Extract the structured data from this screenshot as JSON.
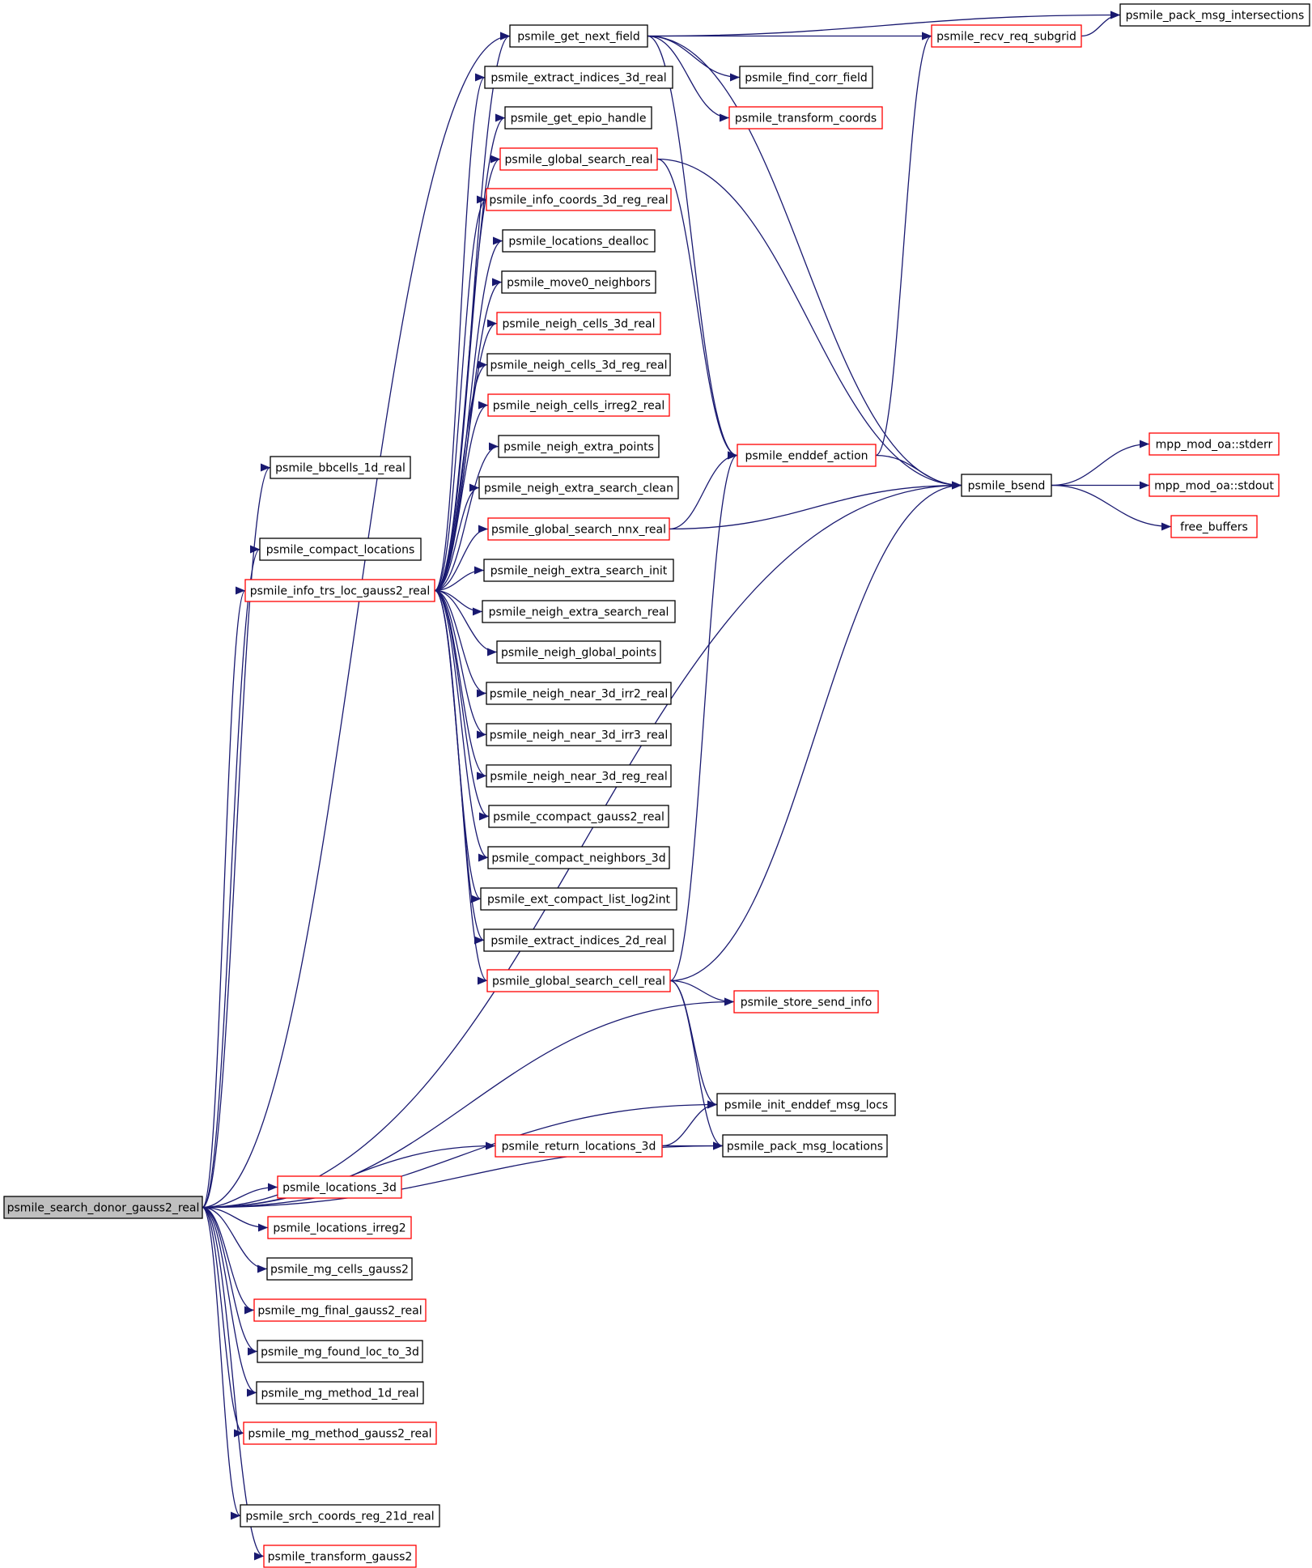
{
  "graph": {
    "colors": {
      "edge": "#191970",
      "box_black": "#000000",
      "box_red": "#ff0000",
      "root_fill": "#bfbfbf",
      "background": "#ffffff"
    },
    "nodes": [
      {
        "id": "root",
        "label": "psmile_search_donor_gauss2_real",
        "style": "root"
      },
      {
        "id": "get_next_field",
        "label": "psmile_get_next_field",
        "style": "black"
      },
      {
        "id": "pack_msg_intersections",
        "label": "psmile_pack_msg_intersections",
        "style": "black"
      },
      {
        "id": "recv_req_subgrid",
        "label": "psmile_recv_req_subgrid",
        "style": "red"
      },
      {
        "id": "find_corr_field",
        "label": "psmile_find_corr_field",
        "style": "black"
      },
      {
        "id": "extract_indices_3d_real",
        "label": "psmile_extract_indices_3d_real",
        "style": "black"
      },
      {
        "id": "transform_coords",
        "label": "psmile_transform_coords",
        "style": "red"
      },
      {
        "id": "get_epio_handle",
        "label": "psmile_get_epio_handle",
        "style": "black"
      },
      {
        "id": "global_search_real",
        "label": "psmile_global_search_real",
        "style": "red"
      },
      {
        "id": "info_coords_3d_reg_real",
        "label": "psmile_info_coords_3d_reg_real",
        "style": "red"
      },
      {
        "id": "locations_dealloc",
        "label": "psmile_locations_dealloc",
        "style": "black"
      },
      {
        "id": "move0_neighbors",
        "label": "psmile_move0_neighbors",
        "style": "black"
      },
      {
        "id": "neigh_cells_3d_real",
        "label": "psmile_neigh_cells_3d_real",
        "style": "red"
      },
      {
        "id": "neigh_cells_3d_reg_real",
        "label": "psmile_neigh_cells_3d_reg_real",
        "style": "black"
      },
      {
        "id": "neigh_cells_irreg2_real",
        "label": "psmile_neigh_cells_irreg2_real",
        "style": "red"
      },
      {
        "id": "neigh_extra_points",
        "label": "psmile_neigh_extra_points",
        "style": "black"
      },
      {
        "id": "enddef_action",
        "label": "psmile_enddef_action",
        "style": "red"
      },
      {
        "id": "mpp_stderr",
        "label": "mpp_mod_oa::stderr",
        "style": "red"
      },
      {
        "id": "bbcells_1d_real",
        "label": "psmile_bbcells_1d_real",
        "style": "black"
      },
      {
        "id": "neigh_extra_search_clean",
        "label": "psmile_neigh_extra_search_clean",
        "style": "black"
      },
      {
        "id": "bsend",
        "label": "psmile_bsend",
        "style": "black"
      },
      {
        "id": "mpp_stdout",
        "label": "mpp_mod_oa::stdout",
        "style": "red"
      },
      {
        "id": "global_search_nnx_real",
        "label": "psmile_global_search_nnx_real",
        "style": "red"
      },
      {
        "id": "free_buffers",
        "label": "free_buffers",
        "style": "red"
      },
      {
        "id": "compact_locations",
        "label": "psmile_compact_locations",
        "style": "black"
      },
      {
        "id": "neigh_extra_search_init",
        "label": "psmile_neigh_extra_search_init",
        "style": "black"
      },
      {
        "id": "info_trs_loc_gauss2_real",
        "label": "psmile_info_trs_loc_gauss2_real",
        "style": "red"
      },
      {
        "id": "neigh_extra_search_real",
        "label": "psmile_neigh_extra_search_real",
        "style": "black"
      },
      {
        "id": "neigh_global_points",
        "label": "psmile_neigh_global_points",
        "style": "black"
      },
      {
        "id": "neigh_near_3d_irr2_real",
        "label": "psmile_neigh_near_3d_irr2_real",
        "style": "black"
      },
      {
        "id": "neigh_near_3d_irr3_real",
        "label": "psmile_neigh_near_3d_irr3_real",
        "style": "black"
      },
      {
        "id": "neigh_near_3d_reg_real",
        "label": "psmile_neigh_near_3d_reg_real",
        "style": "black"
      },
      {
        "id": "ccompact_gauss2_real",
        "label": "psmile_ccompact_gauss2_real",
        "style": "black"
      },
      {
        "id": "compact_neighbors_3d",
        "label": "psmile_compact_neighbors_3d",
        "style": "black"
      },
      {
        "id": "ext_compact_list_log2int",
        "label": "psmile_ext_compact_list_log2int",
        "style": "black"
      },
      {
        "id": "extract_indices_2d_real",
        "label": "psmile_extract_indices_2d_real",
        "style": "black"
      },
      {
        "id": "global_search_cell_real",
        "label": "psmile_global_search_cell_real",
        "style": "red"
      },
      {
        "id": "store_send_info",
        "label": "psmile_store_send_info",
        "style": "red"
      },
      {
        "id": "init_enddef_msg_locs",
        "label": "psmile_init_enddef_msg_locs",
        "style": "black"
      },
      {
        "id": "return_locations_3d",
        "label": "psmile_return_locations_3d",
        "style": "red"
      },
      {
        "id": "pack_msg_locations",
        "label": "psmile_pack_msg_locations",
        "style": "black"
      },
      {
        "id": "locations_3d",
        "label": "psmile_locations_3d",
        "style": "red"
      },
      {
        "id": "locations_irreg2",
        "label": "psmile_locations_irreg2",
        "style": "red"
      },
      {
        "id": "mg_cells_gauss2",
        "label": "psmile_mg_cells_gauss2",
        "style": "black"
      },
      {
        "id": "mg_final_gauss2_real",
        "label": "psmile_mg_final_gauss2_real",
        "style": "red"
      },
      {
        "id": "mg_found_loc_to_3d",
        "label": "psmile_mg_found_loc_to_3d",
        "style": "black"
      },
      {
        "id": "mg_method_1d_real",
        "label": "psmile_mg_method_1d_real",
        "style": "black"
      },
      {
        "id": "mg_method_gauss2_real",
        "label": "psmile_mg_method_gauss2_real",
        "style": "red"
      },
      {
        "id": "srch_coords_reg_21d_real",
        "label": "psmile_srch_coords_reg_21d_real",
        "style": "black"
      },
      {
        "id": "transform_gauss2",
        "label": "psmile_transform_gauss2",
        "style": "red"
      }
    ],
    "edges": [
      [
        "root",
        "bbcells_1d_real"
      ],
      [
        "root",
        "compact_locations"
      ],
      [
        "root",
        "info_trs_loc_gauss2_real"
      ],
      [
        "root",
        "get_next_field"
      ],
      [
        "root",
        "store_send_info"
      ],
      [
        "root",
        "bsend"
      ],
      [
        "root",
        "init_enddef_msg_locs"
      ],
      [
        "root",
        "return_locations_3d"
      ],
      [
        "root",
        "locations_3d"
      ],
      [
        "root",
        "locations_irreg2"
      ],
      [
        "root",
        "mg_cells_gauss2"
      ],
      [
        "root",
        "mg_final_gauss2_real"
      ],
      [
        "root",
        "mg_found_loc_to_3d"
      ],
      [
        "root",
        "mg_method_1d_real"
      ],
      [
        "root",
        "mg_method_gauss2_real"
      ],
      [
        "root",
        "pack_msg_locations"
      ],
      [
        "root",
        "srch_coords_reg_21d_real"
      ],
      [
        "root",
        "transform_gauss2"
      ],
      [
        "info_trs_loc_gauss2_real",
        "get_next_field"
      ],
      [
        "info_trs_loc_gauss2_real",
        "extract_indices_3d_real"
      ],
      [
        "info_trs_loc_gauss2_real",
        "get_epio_handle"
      ],
      [
        "info_trs_loc_gauss2_real",
        "global_search_real"
      ],
      [
        "info_trs_loc_gauss2_real",
        "info_coords_3d_reg_real"
      ],
      [
        "info_trs_loc_gauss2_real",
        "locations_dealloc"
      ],
      [
        "info_trs_loc_gauss2_real",
        "move0_neighbors"
      ],
      [
        "info_trs_loc_gauss2_real",
        "neigh_cells_3d_real"
      ],
      [
        "info_trs_loc_gauss2_real",
        "neigh_cells_3d_reg_real"
      ],
      [
        "info_trs_loc_gauss2_real",
        "neigh_cells_irreg2_real"
      ],
      [
        "info_trs_loc_gauss2_real",
        "neigh_extra_points"
      ],
      [
        "info_trs_loc_gauss2_real",
        "neigh_extra_search_clean"
      ],
      [
        "info_trs_loc_gauss2_real",
        "global_search_nnx_real"
      ],
      [
        "info_trs_loc_gauss2_real",
        "neigh_extra_search_init"
      ],
      [
        "info_trs_loc_gauss2_real",
        "neigh_extra_search_real"
      ],
      [
        "info_trs_loc_gauss2_real",
        "neigh_global_points"
      ],
      [
        "info_trs_loc_gauss2_real",
        "neigh_near_3d_irr2_real"
      ],
      [
        "info_trs_loc_gauss2_real",
        "neigh_near_3d_irr3_real"
      ],
      [
        "info_trs_loc_gauss2_real",
        "neigh_near_3d_reg_real"
      ],
      [
        "info_trs_loc_gauss2_real",
        "ccompact_gauss2_real"
      ],
      [
        "info_trs_loc_gauss2_real",
        "compact_neighbors_3d"
      ],
      [
        "info_trs_loc_gauss2_real",
        "ext_compact_list_log2int"
      ],
      [
        "info_trs_loc_gauss2_real",
        "extract_indices_2d_real"
      ],
      [
        "info_trs_loc_gauss2_real",
        "global_search_cell_real"
      ],
      [
        "get_next_field",
        "pack_msg_intersections"
      ],
      [
        "get_next_field",
        "recv_req_subgrid"
      ],
      [
        "get_next_field",
        "find_corr_field"
      ],
      [
        "get_next_field",
        "transform_coords"
      ],
      [
        "get_next_field",
        "enddef_action"
      ],
      [
        "get_next_field",
        "bsend"
      ],
      [
        "recv_req_subgrid",
        "pack_msg_intersections"
      ],
      [
        "global_search_real",
        "enddef_action"
      ],
      [
        "global_search_real",
        "bsend"
      ],
      [
        "enddef_action",
        "recv_req_subgrid"
      ],
      [
        "enddef_action",
        "bsend"
      ],
      [
        "global_search_nnx_real",
        "enddef_action"
      ],
      [
        "global_search_nnx_real",
        "bsend"
      ],
      [
        "bsend",
        "mpp_stderr"
      ],
      [
        "bsend",
        "mpp_stdout"
      ],
      [
        "bsend",
        "free_buffers"
      ],
      [
        "global_search_cell_real",
        "enddef_action"
      ],
      [
        "global_search_cell_real",
        "bsend"
      ],
      [
        "global_search_cell_real",
        "store_send_info"
      ],
      [
        "global_search_cell_real",
        "init_enddef_msg_locs"
      ],
      [
        "global_search_cell_real",
        "pack_msg_locations"
      ],
      [
        "return_locations_3d",
        "init_enddef_msg_locs"
      ],
      [
        "return_locations_3d",
        "pack_msg_locations"
      ]
    ]
  }
}
